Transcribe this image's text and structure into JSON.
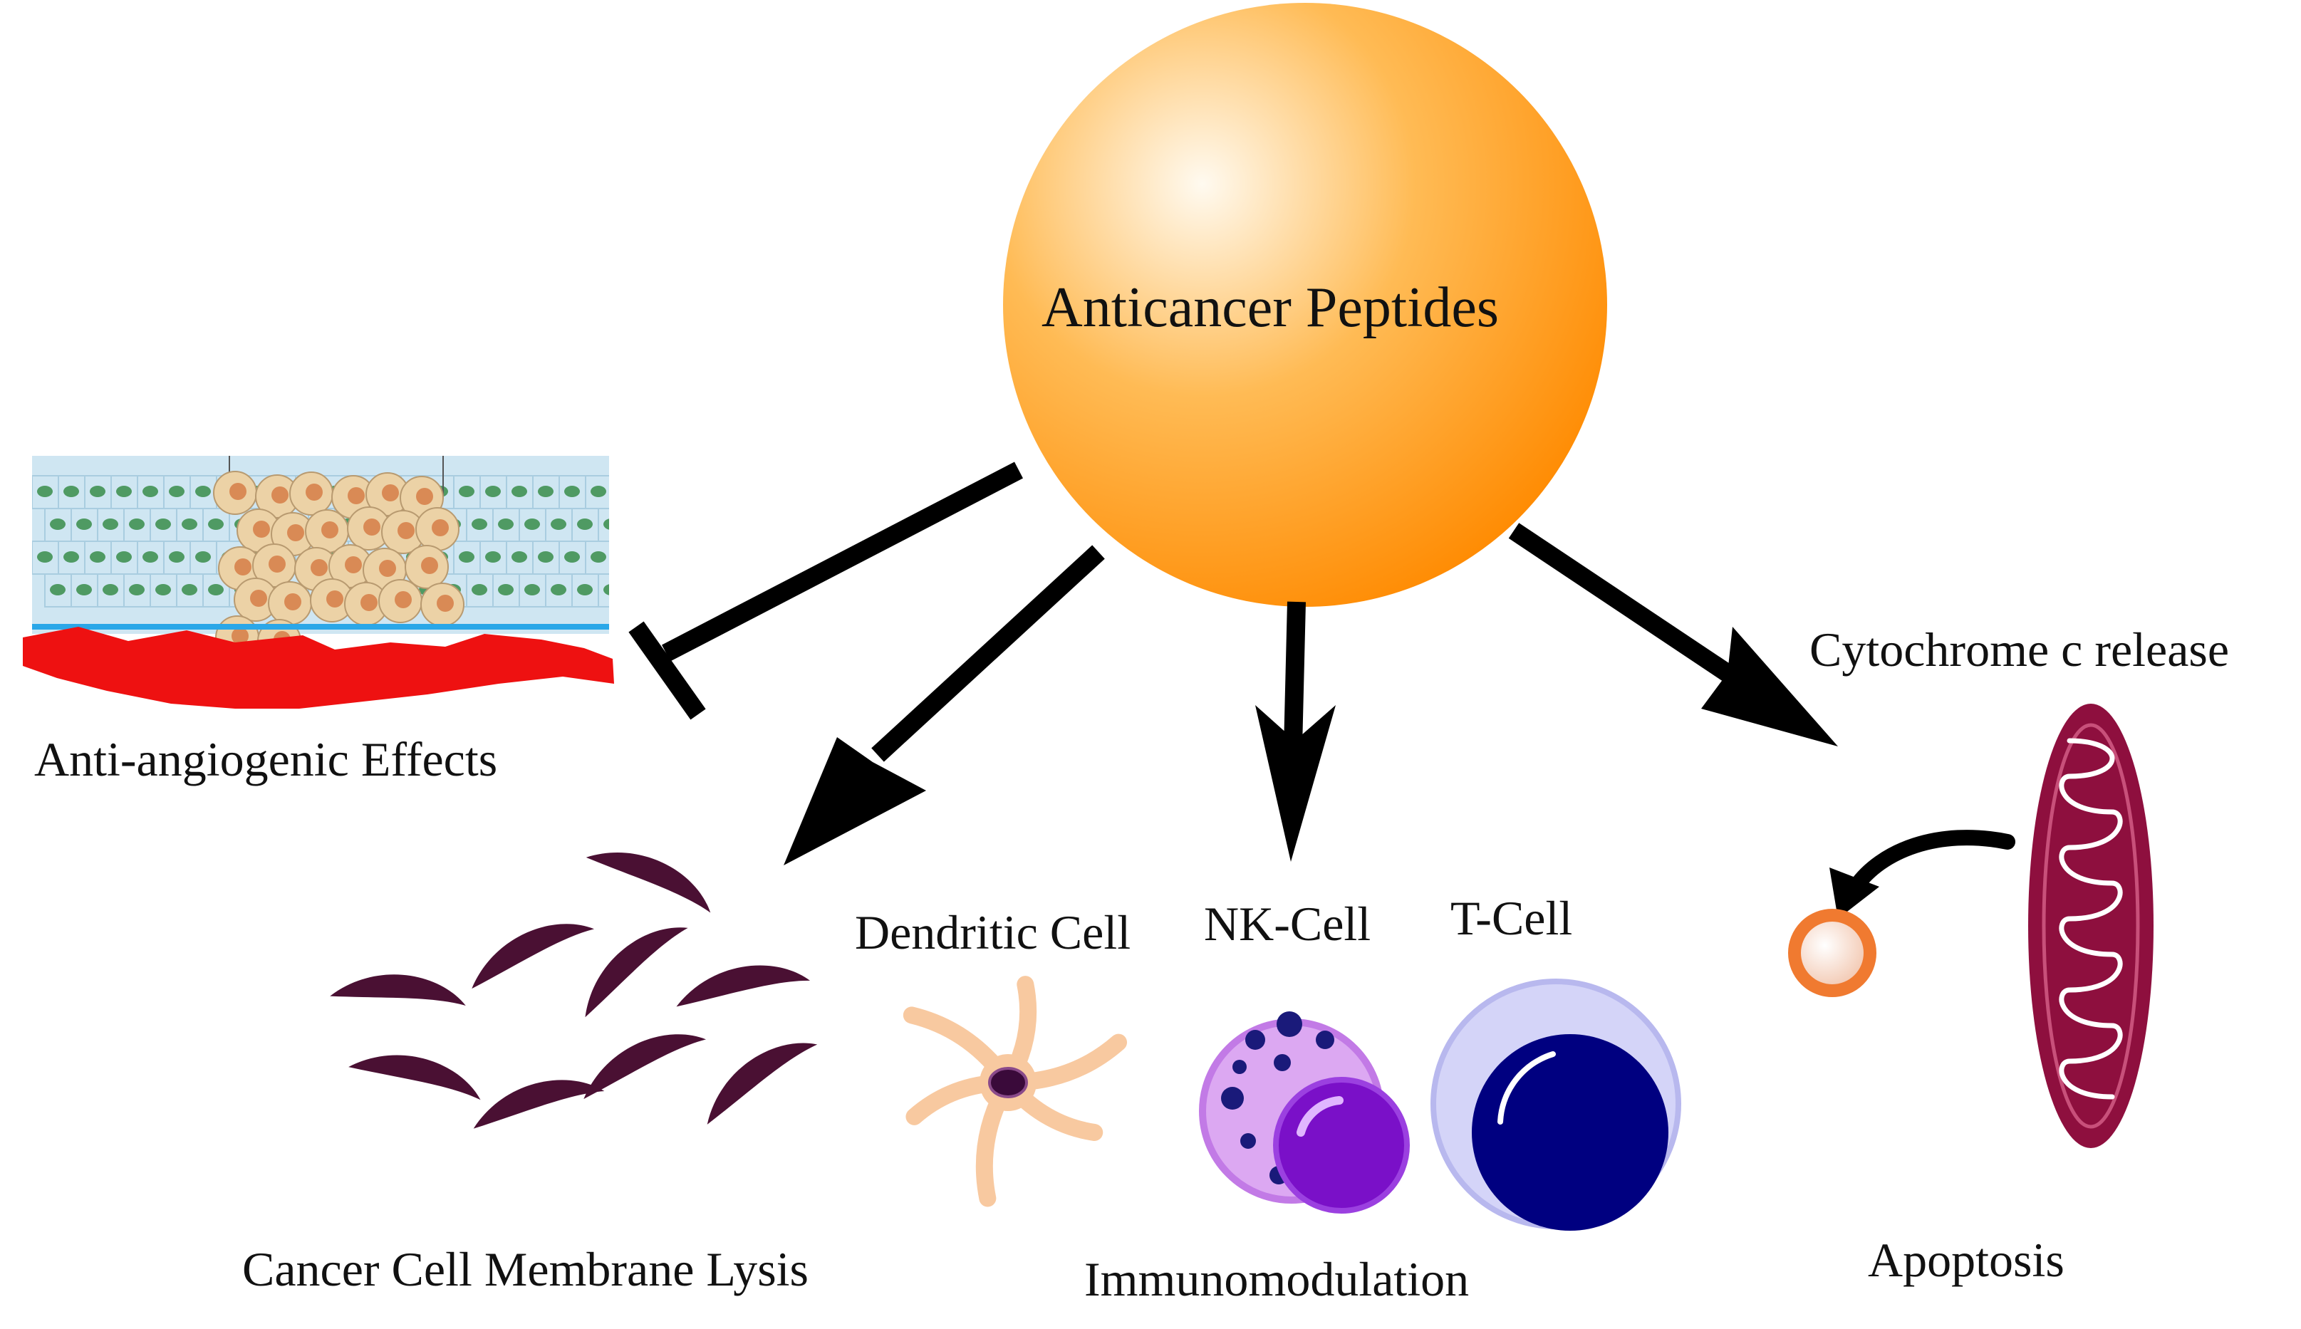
{
  "hub": {
    "label": "Anticancer Peptides"
  },
  "mechanisms": {
    "angiogenesis": "Anti-angiogenic Effects",
    "lysis": "Cancer Cell Membrane Lysis",
    "immunomodulation": "Immunomodulation",
    "apoptosis": "Apoptosis"
  },
  "cells": {
    "dendritic": "Dendritic Cell",
    "nk": "NK-Cell",
    "t": "T-Cell"
  },
  "notes": {
    "cytochrome": "Cytochrome c release"
  },
  "colors": {
    "hub_light": "#fffaf0",
    "hub_mid": "#ffbb55",
    "hub_dark": "#ff8a00",
    "vessel": "#ee1111",
    "endothelium": "#cfe6f2",
    "endo_nucleus": "#4f9a63",
    "tumor": "#ecd2a6",
    "tumor_nucleus": "#d98a55",
    "cancer_cell": "#4a1033",
    "dendritic": "#f8c9a0",
    "nk_cytoplasm": "#dca8f2",
    "nk_nucleus": "#7a10c8",
    "t_cytoplasm": "#d4d4f8",
    "t_nucleus": "#000080",
    "mitochondrion": "#8e0f3e",
    "apoptotic_body": "#f07a30",
    "arrow": "#000000"
  }
}
